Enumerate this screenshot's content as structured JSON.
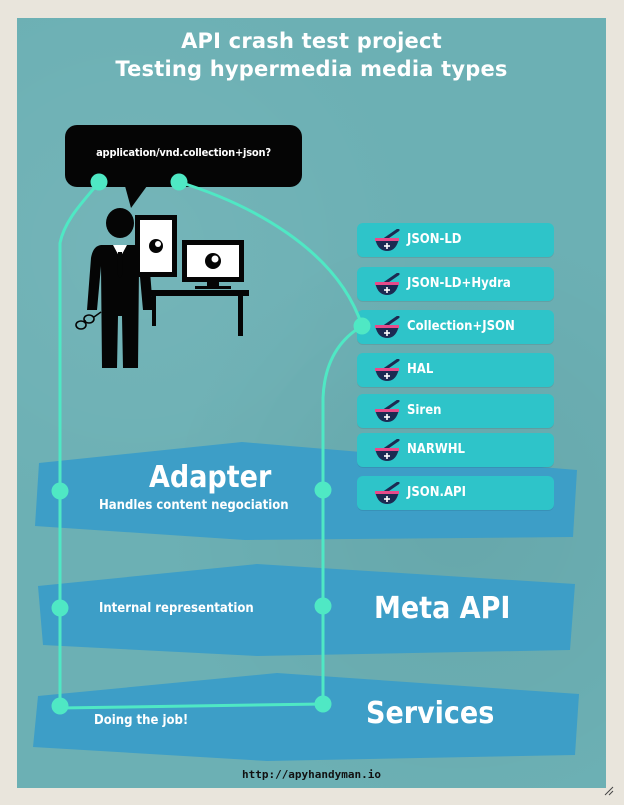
{
  "header": {
    "title_line1": "API crash test project",
    "title_line2": "Testing hypermedia media types"
  },
  "bubble": {
    "text": "application/vnd.collection+json?"
  },
  "media_types": [
    {
      "label": "JSON-LD"
    },
    {
      "label": "JSON-LD+Hydra"
    },
    {
      "label": "Collection+JSON"
    },
    {
      "label": "HAL"
    },
    {
      "label": "Siren"
    },
    {
      "label": "NARWHL"
    },
    {
      "label": "JSON.API"
    }
  ],
  "layers": {
    "adapter": {
      "title": "Adapter",
      "subtitle": "Handles content negociation"
    },
    "meta_api": {
      "title": "Meta API",
      "subtitle": "Internal representation"
    },
    "services": {
      "title": "Services",
      "subtitle": "Doing the job!"
    }
  },
  "footer": {
    "url": "http://apyhandyman.io"
  },
  "colors": {
    "background": "#6cb0b4",
    "band": "#3d9ec7",
    "pill": "#2ec4c9",
    "flow_line": "#4fe8c4",
    "icon_bowl": "#1c2a52"
  },
  "icons": [
    "person-at-computer-icon",
    "mortar-pestle-icon",
    "glasses-icon"
  ]
}
